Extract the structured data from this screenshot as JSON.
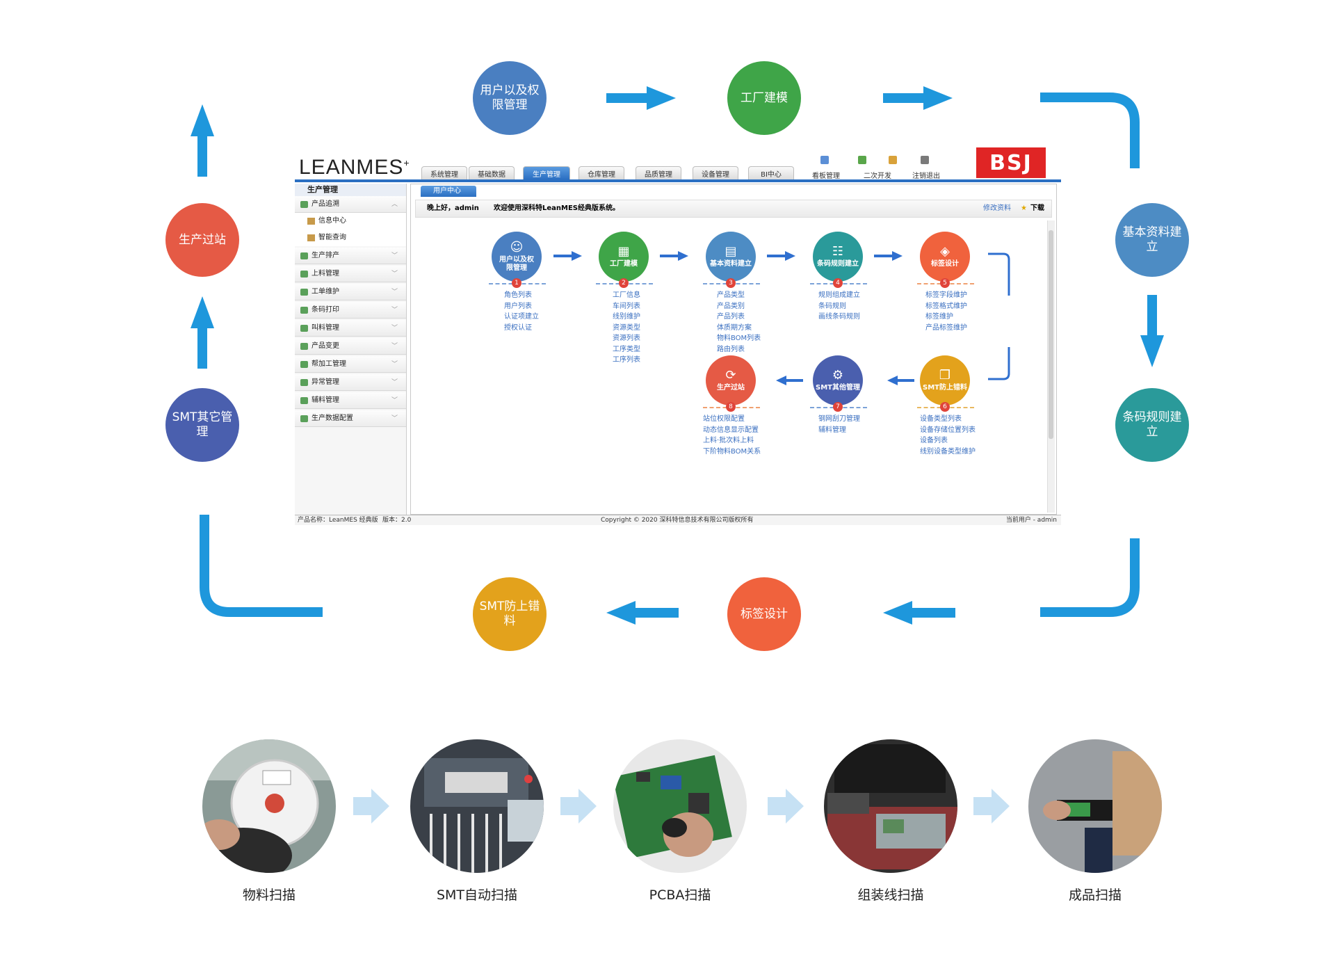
{
  "colors": {
    "arrow": "#1e97dc",
    "blue": "#4a7fc1",
    "green": "#3fa548",
    "steelblue": "#4d8cc4",
    "teal": "#2a9a9a",
    "orange": "#f0623d",
    "gold": "#e3a21c",
    "red": "#e55a45",
    "navy": "#4a5fae"
  },
  "cycle": [
    {
      "label": "用户以及权限管理",
      "color": "#4a7fc1"
    },
    {
      "label": "工厂建模",
      "color": "#3fa548"
    },
    {
      "label": "基本资料建立",
      "color": "#4d8cc4"
    },
    {
      "label": "条码规则建立",
      "color": "#2a9a9a"
    },
    {
      "label": "标签设计",
      "color": "#f0623d"
    },
    {
      "label": "SMT防上错料",
      "color": "#e3a21c"
    },
    {
      "label": "SMT其它管理",
      "color": "#4a5fae"
    },
    {
      "label": "生产过站",
      "color": "#e55a45"
    }
  ],
  "app": {
    "logo": "LEANMES",
    "logo_plus": "+",
    "nav_tabs": [
      "系统管理",
      "基础数据",
      "生产管理",
      "仓库管理",
      "品质管理",
      "设备管理",
      "BI中心"
    ],
    "active_tab": "生产管理",
    "tools": [
      "看板管理",
      "二次开发",
      "注销退出"
    ],
    "brand": "BSJ",
    "sidebar": {
      "header": "生产管理",
      "items": [
        "产品追溯",
        "生产排产",
        "上料管理",
        "工单维护",
        "条码打印",
        "叫料管理",
        "产品变更",
        "帮加工管理",
        "异常管理",
        "辅料管理",
        "生产数据配置"
      ],
      "subitems": [
        "信息中心",
        "智能查询"
      ]
    },
    "content_tab": "用户中心",
    "greeting": "晚上好，",
    "user": "admin",
    "welcome_text": "欢迎使用深科特LeanMES经典版系统。",
    "edit_profile": "修改资料",
    "download": "下载",
    "steps": [
      {
        "title": "用户以及权限管理",
        "num": "1",
        "color": "#4a7fc1",
        "icon": "user-icon",
        "items": [
          "角色列表",
          "用户列表",
          "认证项建立",
          "授权认证"
        ]
      },
      {
        "title": "工厂建模",
        "num": "2",
        "color": "#3fa548",
        "icon": "building-icon",
        "items": [
          "工厂信息",
          "车间列表",
          "线别维护",
          "资源类型",
          "资源列表",
          "工序类型",
          "工序列表"
        ]
      },
      {
        "title": "基本资料建立",
        "num": "3",
        "color": "#4d8cc4",
        "icon": "document-icon",
        "items": [
          "产品类型",
          "产品类别",
          "产品列表",
          "体质期方案",
          "物料BOM列表",
          "路由列表"
        ]
      },
      {
        "title": "条码规则建立",
        "num": "4",
        "color": "#2a9a9a",
        "icon": "rules-icon",
        "items": [
          "规则组成建立",
          "条码规则",
          "画线条码规则"
        ]
      },
      {
        "title": "标签设计",
        "num": "5",
        "color": "#f0623d",
        "icon": "tag-icon",
        "items": [
          "标签字段维护",
          "标签格式维护",
          "标签维护",
          "产品标签维护"
        ]
      },
      {
        "title": "SMT防上错料",
        "num": "6",
        "color": "#e3a21c",
        "icon": "copy-icon",
        "items": [
          "设备类型列表",
          "设备存储位置列表",
          "设备列表",
          "线别设备类型维护"
        ]
      },
      {
        "title": "SMT其他管理",
        "num": "7",
        "color": "#4a5fae",
        "icon": "gear-icon",
        "items": [
          "钢网刮刀管理",
          "辅料管理"
        ]
      },
      {
        "title": "生产过站",
        "num": "8",
        "color": "#e55a45",
        "icon": "refresh-icon",
        "items": [
          "站位权限配置",
          "动态信息显示配置",
          "上料·批次料上料",
          "下阶物料BOM关系"
        ]
      }
    ],
    "status": {
      "product": "产品名称：LeanMES 经典版",
      "version": "版本：2.0",
      "copyright": "Copyright © 2020   深科特信息技术有限公司版权所有",
      "current_user": "当前用户 - admin"
    }
  },
  "scan_steps": [
    "物料扫描",
    "SMT自动扫描",
    "PCBA扫描",
    "组装线扫描",
    "成品扫描"
  ]
}
